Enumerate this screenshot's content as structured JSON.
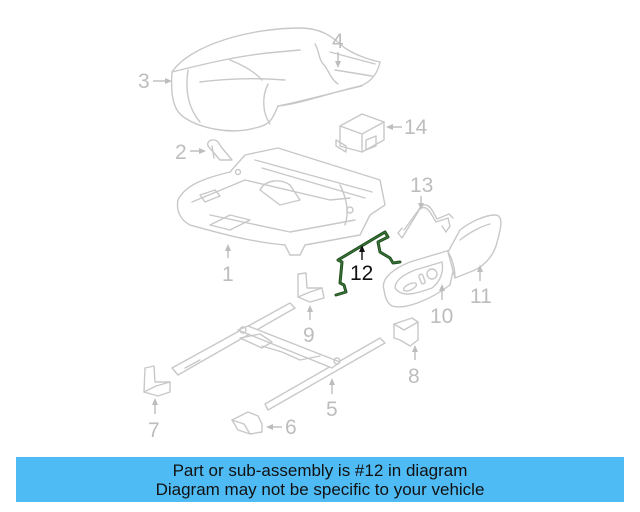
{
  "diagram": {
    "title": "Seat assembly parts diagram",
    "highlighted_part": "12",
    "highlight_color": "#1f4d1f",
    "part_line_color": "#c8c8c8",
    "callouts": [
      {
        "number": "1",
        "part": "seat-frame"
      },
      {
        "number": "2",
        "part": "clip"
      },
      {
        "number": "3",
        "part": "seat-cushion"
      },
      {
        "number": "4",
        "part": "cushion-cover"
      },
      {
        "number": "5",
        "part": "seat-track"
      },
      {
        "number": "6",
        "part": "track-cover-front"
      },
      {
        "number": "7",
        "part": "track-cover-left"
      },
      {
        "number": "8",
        "part": "track-cover-right"
      },
      {
        "number": "9",
        "part": "track-cover-rear"
      },
      {
        "number": "10",
        "part": "switch-bezel"
      },
      {
        "number": "11",
        "part": "side-shield"
      },
      {
        "number": "12",
        "part": "wire-rod"
      },
      {
        "number": "13",
        "part": "spring-wire"
      },
      {
        "number": "14",
        "part": "control-module"
      }
    ]
  },
  "banner": {
    "background_color": "#4fbbf5",
    "line1": "Part or sub-assembly is #12 in diagram",
    "line2": "Diagram may not be specific to your vehicle"
  }
}
